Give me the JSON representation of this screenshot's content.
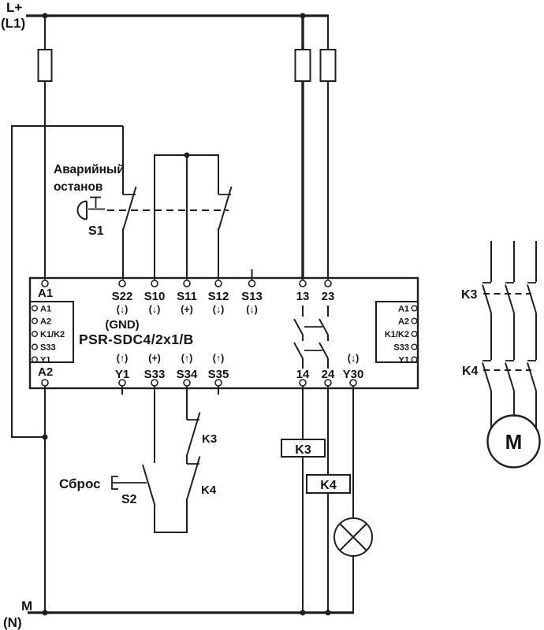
{
  "power": {
    "positive_label": "L+",
    "positive_sub": "(L1)",
    "negative_label": "M",
    "negative_sub": "(N)"
  },
  "emergency_stop": {
    "caption_line1": "Аварийный",
    "caption_line2": "останов",
    "id": "S1"
  },
  "reset": {
    "caption": "Сброс",
    "id": "S2"
  },
  "relay": {
    "model": "PSR-SDC4/2x1/B",
    "corner_top": "A1",
    "corner_bottom": "A2",
    "top": [
      {
        "name": "S22",
        "arrow": "(↓)",
        "note": "(GND)"
      },
      {
        "name": "S10",
        "arrow": "(↓)"
      },
      {
        "name": "S11",
        "arrow": "(+)"
      },
      {
        "name": "S12",
        "arrow": "(↓)"
      },
      {
        "name": "S13",
        "arrow": "(↓)"
      },
      {
        "name": "13"
      },
      {
        "name": "23"
      }
    ],
    "bottom": [
      {
        "name": "Y1",
        "arrow": "(↑)"
      },
      {
        "name": "S33",
        "arrow": "(+)"
      },
      {
        "name": "S34",
        "arrow": "(↑)"
      },
      {
        "name": "S35",
        "arrow": "(↑)"
      },
      {
        "name": "14"
      },
      {
        "name": "24"
      },
      {
        "name": "Y30",
        "arrow": "(↓)"
      }
    ],
    "internal": [
      "A1",
      "A2",
      "K1/K2",
      "S33",
      "Y1"
    ]
  },
  "contactors": {
    "k3": "K3",
    "k4": "K4"
  },
  "motor": {
    "label": "M"
  },
  "colors": {
    "line": "#1f1f1f",
    "text": "#141414",
    "background": "#ffffff"
  }
}
